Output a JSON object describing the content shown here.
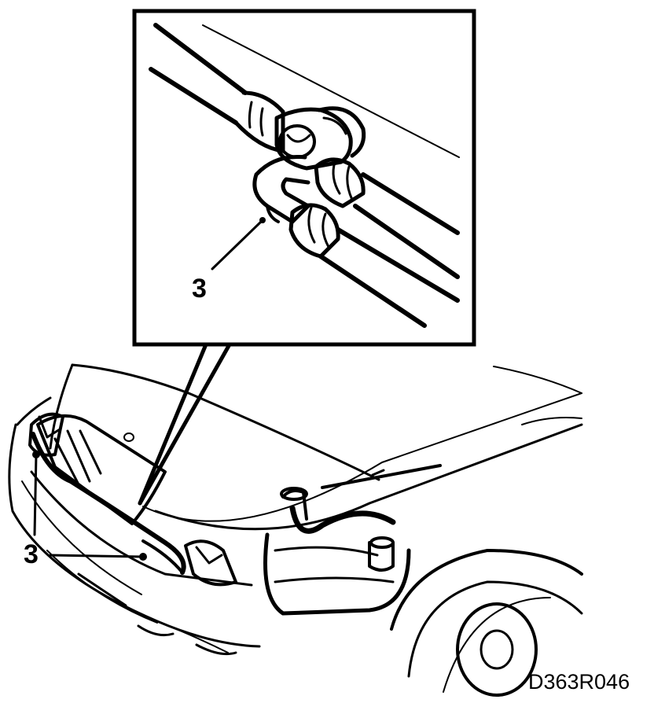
{
  "figure": {
    "drawing_code": "D363R046"
  },
  "callouts": {
    "inset_label": "3",
    "main_label": "3"
  },
  "colors": {
    "ink": "#000000",
    "paper": "#ffffff"
  }
}
